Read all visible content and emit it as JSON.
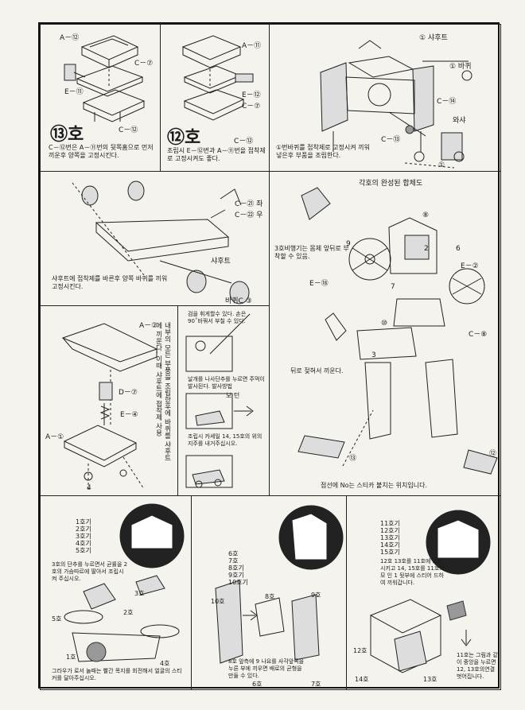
{
  "p1": {
    "labels": [
      "A－⑫",
      "C－⑦",
      "E－⑪",
      "C－⑫"
    ],
    "badge": "⑬호",
    "text": "C－⑫번은 A－⑪번의 뒷쪽홈으로 먼저 끼운후 양쪽을 고정시킨다."
  },
  "p2": {
    "labels": [
      "A－⑪",
      "E－⑫",
      "C－⑦",
      "C－⑫"
    ],
    "badge": "⑫호",
    "text": "조립시 E－⑫번과 A－⑪번을 접착제로 고정시켜도 좋다."
  },
  "p3": {
    "labels": [
      "① 샤후트",
      "① 바퀴",
      "C－⑭",
      "와샤",
      "C－⑬",
      "①"
    ],
    "text": "①번바퀴를 접착제로 고정시켜 끼워 넣은후 부품을 조립한다."
  },
  "p4": {
    "labels": [
      "C－㉑ 좌",
      "C－㉒ 우",
      "샤후트",
      "바퀴C ③"
    ],
    "text": "샤후트에 접착제를 바른후 양쪽 바퀴를 끼워 고정시킨다."
  },
  "p5": {
    "labels": [
      "A－②",
      "D－⑦",
      "E－④",
      "A－①",
      "4"
    ],
    "text": "내부의 모든 부품을 조립한후에 바퀴를 샤후트에 끼운다. 이때 샤후트에 접착제 사용"
  },
  "p6": {
    "notes": [
      "검을 휘게할수 있다. 손은 90˚바꿔서 부칠 수 있다.",
      "날개를 나사단추를 누르면 주먹이 발사된다. 발사방법",
      "조립시 카세일 14, 15호의 위의 지주를 내거주십시오."
    ],
    "tag": "보 턴"
  },
  "p7": {
    "title": "각호의 완성된 합체도",
    "note1": "3호비행기는 몸체 앞뒤로 부착할 수 있음.",
    "note2": "뒤로 젖혀서 끼운다.",
    "labels": [
      "E－⑱",
      "9",
      "⑧",
      "2",
      "6",
      "E－②",
      "7",
      "⑩",
      "3",
      "C－⑧",
      "⑫",
      "⑬"
    ],
    "footer": "점선에 No는 스티카 붙치는 위치입니다."
  },
  "p8": {
    "list": [
      "1호기",
      "2호기",
      "3호기",
      "4호기",
      "5호기"
    ],
    "text": "3호의 단추를 누르면서 균률을 2호의 가슴따르에 딸아서 조립시켜 주십시오.",
    "bottom": "그라우가 로서 놀때는 빨간 목지를 회전해서 얼굴의 스티커를 달아주십시오.",
    "nums": [
      "3호",
      "2호",
      "5호",
      "1호",
      "4호"
    ]
  },
  "p9": {
    "list": [
      "6호",
      "7호",
      "8호기",
      "9호기",
      "10호기"
    ],
    "nums": [
      "10호",
      "8호",
      "9호",
      "6호",
      "7호"
    ],
    "bottom": "8호 앞측에 9 나요를 사각앞쪽을 누른 부에 끼우면 배로의 균형을 만들 수 있다."
  },
  "p10": {
    "list": [
      "11호기",
      "12호기",
      "13호기",
      "14호기",
      "15호기"
    ],
    "text": "12호 13호를 11호에 조립시키고 14, 15호를 11호의 모 인 1 뒷부에 스티어 드하여 끼워갑니다.",
    "side": "11호는 그림과 같이 중앙을 누르면 12, 13호의연결벗어집니다.",
    "nums": [
      "12호",
      "14호",
      "13호"
    ]
  }
}
